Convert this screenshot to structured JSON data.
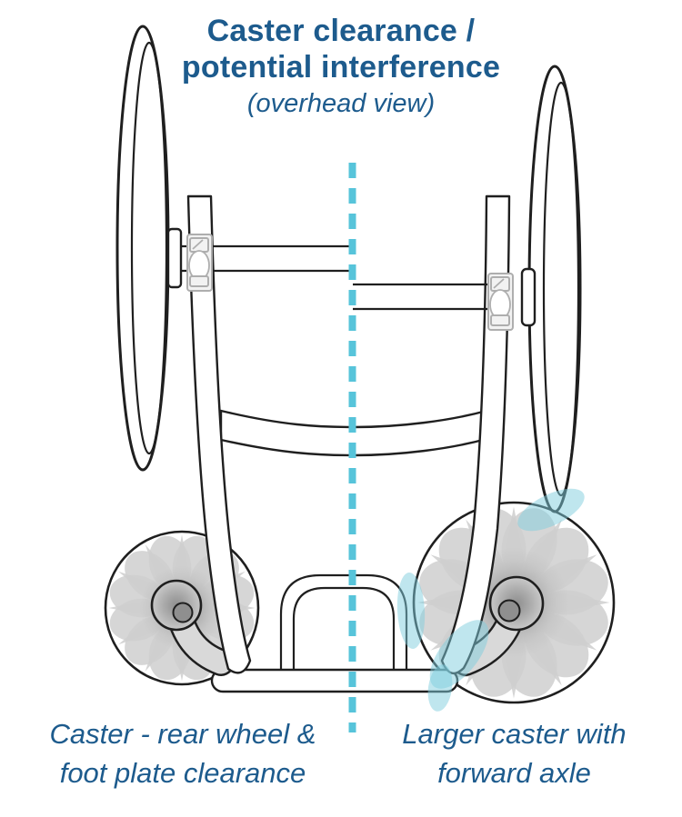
{
  "title": {
    "line1": "Caster clearance /",
    "line2": "potential interference",
    "subtitle": "(overhead view)"
  },
  "captions": {
    "left_line1": "Caster - rear wheel &",
    "left_line2": "foot plate clearance",
    "right_line1": "Larger caster with",
    "right_line2": "forward axle"
  },
  "colors": {
    "heading_blue": "#1d5b8d",
    "divider_teal": "#57c4da",
    "interference_highlight": "#7fcede",
    "caster_sweep_gray": "#cfcfcf",
    "caster_star_gray": "#b9b9b9",
    "outline_black": "#1f1f1f"
  }
}
